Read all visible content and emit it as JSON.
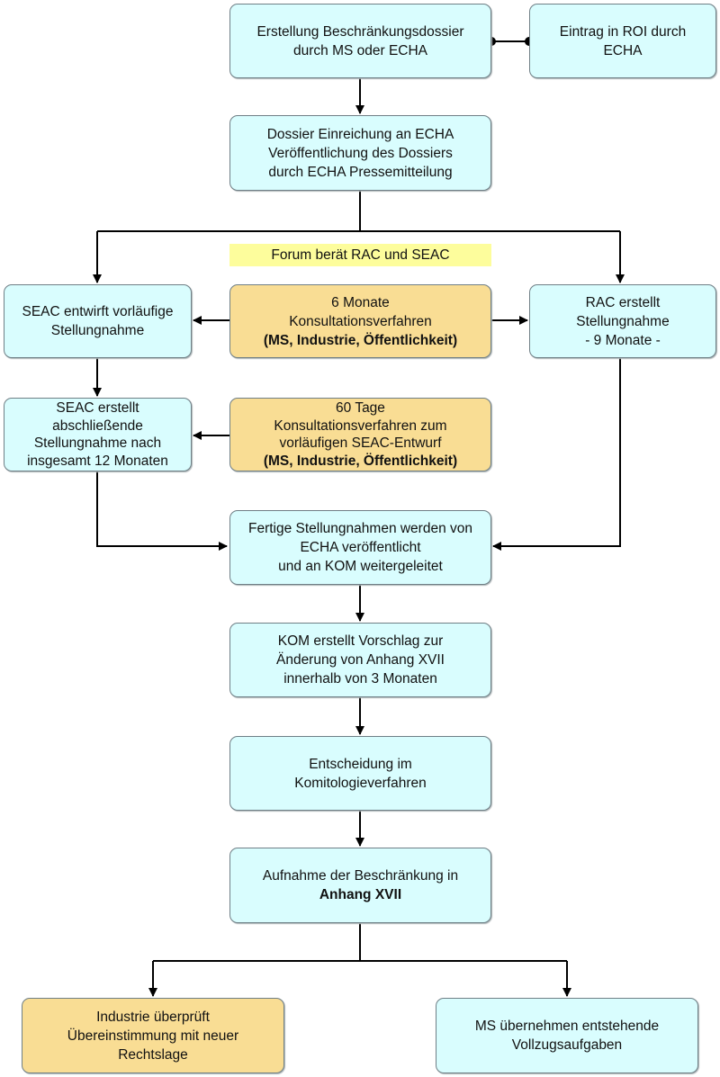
{
  "diagram": {
    "language": "de",
    "colors": {
      "process": "#d9fdfe",
      "consultation": "#f9dd94",
      "note": "#fdfd9c",
      "line": "#000000"
    },
    "nodes": {
      "dossier": {
        "lines": [
          "Erstellung Beschränkungsdossier",
          "durch MS oder ECHA"
        ],
        "bold_lines": []
      },
      "roi": {
        "lines": [
          "Eintrag in ROI durch",
          "ECHA"
        ],
        "bold_lines": []
      },
      "submission": {
        "lines": [
          "Dossier Einreichung an ECHA",
          "Veröffentlichung des Dossiers",
          "durch ECHA Pressemitteilung"
        ],
        "bold_lines": []
      },
      "seac_draft": {
        "lines": [
          "SEAC entwirft vorläufige",
          "Stellungnahme"
        ],
        "bold_lines": []
      },
      "consultation_6m": {
        "lines": [
          "6 Monate",
          "Konsultationsverfahren"
        ],
        "bold_lines": [
          "(MS, Industrie, Öffentlichkeit)"
        ]
      },
      "rac": {
        "lines": [
          "RAC erstellt",
          "Stellungnahme",
          "- 9 Monate -"
        ],
        "bold_lines": []
      },
      "seac_final": {
        "lines": [
          "SEAC erstellt",
          "abschließende",
          "Stellungnahme nach",
          "insgesamt 12 Monaten"
        ],
        "bold_lines": []
      },
      "consultation_60d": {
        "lines": [
          "60 Tage",
          "Konsultationsverfahren zum",
          "vorläufigen SEAC-Entwurf"
        ],
        "bold_lines": [
          "(MS, Industrie, Öffentlichkeit)"
        ]
      },
      "published": {
        "lines": [
          "Fertige Stellungnahmen werden von",
          "ECHA veröffentlicht",
          "und an KOM weitergeleitet"
        ],
        "bold_lines": []
      },
      "kom_proposal": {
        "lines": [
          "KOM erstellt Vorschlag zur",
          "Änderung von Anhang XVII",
          "innerhalb von 3 Monaten"
        ],
        "bold_lines": []
      },
      "decision": {
        "lines": [
          "Entscheidung im",
          "Komitologieverfahren"
        ],
        "bold_lines": []
      },
      "inclusion": {
        "lines": [
          "Aufnahme der Beschränkung in"
        ],
        "bold_lines": [
          "Anhang XVII"
        ]
      },
      "industry_check": {
        "lines": [
          "Industrie überprüft",
          "Übereinstimmung mit neuer",
          "Rechtslage"
        ],
        "bold_lines": []
      },
      "ms_tasks": {
        "lines": [
          "MS übernehmen entstehende",
          "Vollzugsaufgaben"
        ],
        "bold_lines": []
      }
    },
    "note": {
      "text": "Forum berät RAC und SEAC"
    },
    "edges": [
      {
        "from": "dossier",
        "to": "roi",
        "type": "association"
      },
      {
        "from": "dossier",
        "to": "submission",
        "type": "arrow"
      },
      {
        "from": "submission",
        "to": "seac_draft",
        "type": "arrow"
      },
      {
        "from": "submission",
        "to": "rac",
        "type": "arrow"
      },
      {
        "from": "consultation_6m",
        "to": "seac_draft",
        "type": "arrow"
      },
      {
        "from": "consultation_6m",
        "to": "rac",
        "type": "arrow"
      },
      {
        "from": "seac_draft",
        "to": "seac_final",
        "type": "arrow"
      },
      {
        "from": "consultation_60d",
        "to": "seac_final",
        "type": "arrow"
      },
      {
        "from": "seac_final",
        "to": "published",
        "type": "arrow"
      },
      {
        "from": "rac",
        "to": "published",
        "type": "arrow"
      },
      {
        "from": "published",
        "to": "kom_proposal",
        "type": "arrow"
      },
      {
        "from": "kom_proposal",
        "to": "decision",
        "type": "arrow"
      },
      {
        "from": "decision",
        "to": "inclusion",
        "type": "arrow"
      },
      {
        "from": "inclusion",
        "to": "industry_check",
        "type": "arrow"
      },
      {
        "from": "inclusion",
        "to": "ms_tasks",
        "type": "arrow"
      }
    ]
  }
}
